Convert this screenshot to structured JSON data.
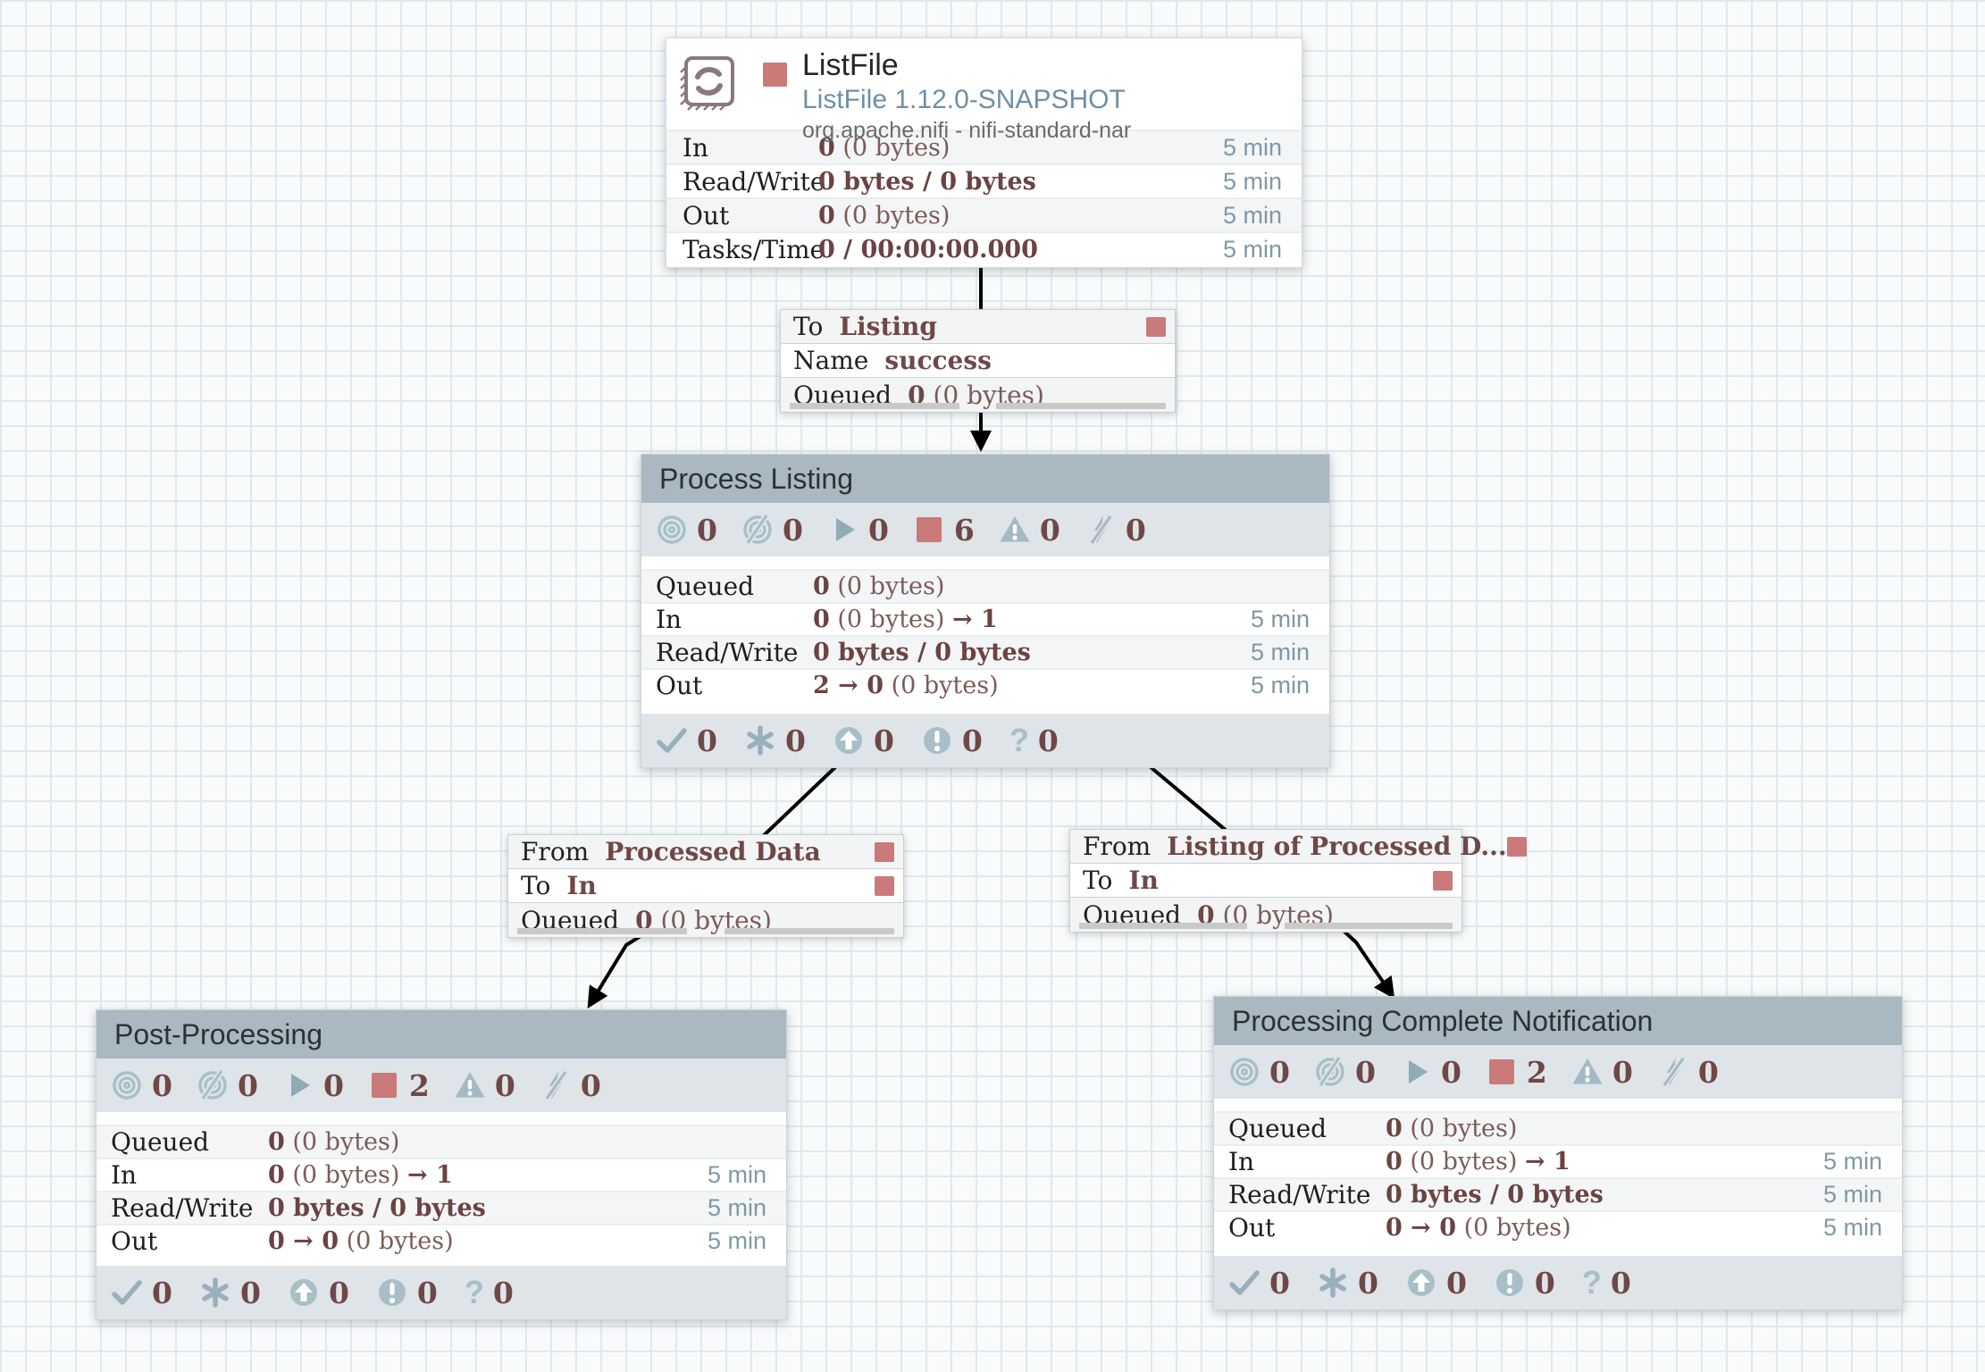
{
  "colors": {
    "stopped_red": "#c97a79",
    "value_maroon": "#6b4341",
    "time_blue": "#7e99a6",
    "group_header": "#a9b8c1",
    "status_bar": "#dfe4e8",
    "icon_blue": "#a7bfc8",
    "wire": "#000000"
  },
  "icons": {
    "sync_failure_glyph": "?"
  },
  "processor": {
    "title": "ListFile",
    "type": "ListFile 1.12.0-SNAPSHOT",
    "bundle": "org.apache.nifi - nifi-standard-nar",
    "rows": [
      {
        "label": "In",
        "parts": [
          [
            "0",
            1
          ],
          [
            " (0 bytes)",
            0
          ]
        ],
        "time": "5 min"
      },
      {
        "label": "Read/Write",
        "parts": [
          [
            "0 bytes / 0 bytes",
            1
          ]
        ],
        "time": "5 min"
      },
      {
        "label": "Out",
        "parts": [
          [
            "0",
            1
          ],
          [
            " (0 bytes)",
            0
          ]
        ],
        "time": "5 min"
      },
      {
        "label": "Tasks/Time",
        "parts": [
          [
            "0 / 00:00:00.000",
            1
          ]
        ],
        "time": "5 min"
      }
    ]
  },
  "connections": [
    {
      "rows": [
        {
          "label": "To",
          "value": "Listing"
        },
        {
          "label": "Name",
          "value": "success"
        },
        {
          "label": "Queued",
          "parts": [
            [
              "0",
              1
            ],
            [
              " (0 bytes)",
              0
            ]
          ]
        }
      ]
    },
    {
      "rows": [
        {
          "label": "From",
          "value": "Processed Data"
        },
        {
          "label": "To",
          "value": "In"
        },
        {
          "label": "Queued",
          "parts": [
            [
              "0",
              1
            ],
            [
              " (0 bytes)",
              0
            ]
          ]
        }
      ]
    },
    {
      "rows": [
        {
          "label": "From",
          "value": "Listing of Processed D..."
        },
        {
          "label": "To",
          "value": "In"
        },
        {
          "label": "Queued",
          "parts": [
            [
              "0",
              1
            ],
            [
              " (0 bytes)",
              0
            ]
          ]
        }
      ]
    }
  ],
  "groups": [
    {
      "title": "Process Listing",
      "status": [
        {
          "name": "transmitting",
          "count": "0"
        },
        {
          "name": "not-transmitting",
          "count": "0"
        },
        {
          "name": "running",
          "count": "0"
        },
        {
          "name": "stopped",
          "count": "6"
        },
        {
          "name": "invalid",
          "count": "0"
        },
        {
          "name": "disabled",
          "count": "0"
        }
      ],
      "rows": [
        {
          "label": "Queued",
          "parts": [
            [
              "0",
              1
            ],
            [
              " (0 bytes)",
              0
            ]
          ],
          "time": ""
        },
        {
          "label": "In",
          "parts": [
            [
              "0",
              1
            ],
            [
              " (0 bytes) ",
              0
            ],
            [
              "→ 1",
              1
            ]
          ],
          "time": "5 min"
        },
        {
          "label": "Read/Write",
          "parts": [
            [
              "0 bytes / 0 bytes",
              1
            ]
          ],
          "time": "5 min"
        },
        {
          "label": "Out",
          "parts": [
            [
              "2 → 0",
              1
            ],
            [
              " (0 bytes)",
              0
            ]
          ],
          "time": "5 min"
        }
      ],
      "footer": [
        {
          "name": "up-to-date",
          "count": "0"
        },
        {
          "name": "locally-modified",
          "count": "0"
        },
        {
          "name": "stale",
          "count": "0"
        },
        {
          "name": "locally-modified-stale",
          "count": "0"
        },
        {
          "name": "sync-failure",
          "count": "0"
        }
      ]
    },
    {
      "title": "Post-Processing",
      "status": [
        {
          "name": "transmitting",
          "count": "0"
        },
        {
          "name": "not-transmitting",
          "count": "0"
        },
        {
          "name": "running",
          "count": "0"
        },
        {
          "name": "stopped",
          "count": "2"
        },
        {
          "name": "invalid",
          "count": "0"
        },
        {
          "name": "disabled",
          "count": "0"
        }
      ],
      "rows": [
        {
          "label": "Queued",
          "parts": [
            [
              "0",
              1
            ],
            [
              " (0 bytes)",
              0
            ]
          ],
          "time": ""
        },
        {
          "label": "In",
          "parts": [
            [
              "0",
              1
            ],
            [
              " (0 bytes) ",
              0
            ],
            [
              "→ 1",
              1
            ]
          ],
          "time": "5 min"
        },
        {
          "label": "Read/Write",
          "parts": [
            [
              "0 bytes / 0 bytes",
              1
            ]
          ],
          "time": "5 min"
        },
        {
          "label": "Out",
          "parts": [
            [
              "0 → 0",
              1
            ],
            [
              " (0 bytes)",
              0
            ]
          ],
          "time": "5 min"
        }
      ],
      "footer": [
        {
          "name": "up-to-date",
          "count": "0"
        },
        {
          "name": "locally-modified",
          "count": "0"
        },
        {
          "name": "stale",
          "count": "0"
        },
        {
          "name": "locally-modified-stale",
          "count": "0"
        },
        {
          "name": "sync-failure",
          "count": "0"
        }
      ]
    },
    {
      "title": "Processing Complete Notification",
      "status": [
        {
          "name": "transmitting",
          "count": "0"
        },
        {
          "name": "not-transmitting",
          "count": "0"
        },
        {
          "name": "running",
          "count": "0"
        },
        {
          "name": "stopped",
          "count": "2"
        },
        {
          "name": "invalid",
          "count": "0"
        },
        {
          "name": "disabled",
          "count": "0"
        }
      ],
      "rows": [
        {
          "label": "Queued",
          "parts": [
            [
              "0",
              1
            ],
            [
              " (0 bytes)",
              0
            ]
          ],
          "time": ""
        },
        {
          "label": "In",
          "parts": [
            [
              "0",
              1
            ],
            [
              " (0 bytes) ",
              0
            ],
            [
              "→ 1",
              1
            ]
          ],
          "time": "5 min"
        },
        {
          "label": "Read/Write",
          "parts": [
            [
              "0 bytes / 0 bytes",
              1
            ]
          ],
          "time": "5 min"
        },
        {
          "label": "Out",
          "parts": [
            [
              "0 → 0",
              1
            ],
            [
              " (0 bytes)",
              0
            ]
          ],
          "time": "5 min"
        }
      ],
      "footer": [
        {
          "name": "up-to-date",
          "count": "0"
        },
        {
          "name": "locally-modified",
          "count": "0"
        },
        {
          "name": "stale",
          "count": "0"
        },
        {
          "name": "locally-modified-stale",
          "count": "0"
        },
        {
          "name": "sync-failure",
          "count": "0"
        }
      ]
    }
  ]
}
